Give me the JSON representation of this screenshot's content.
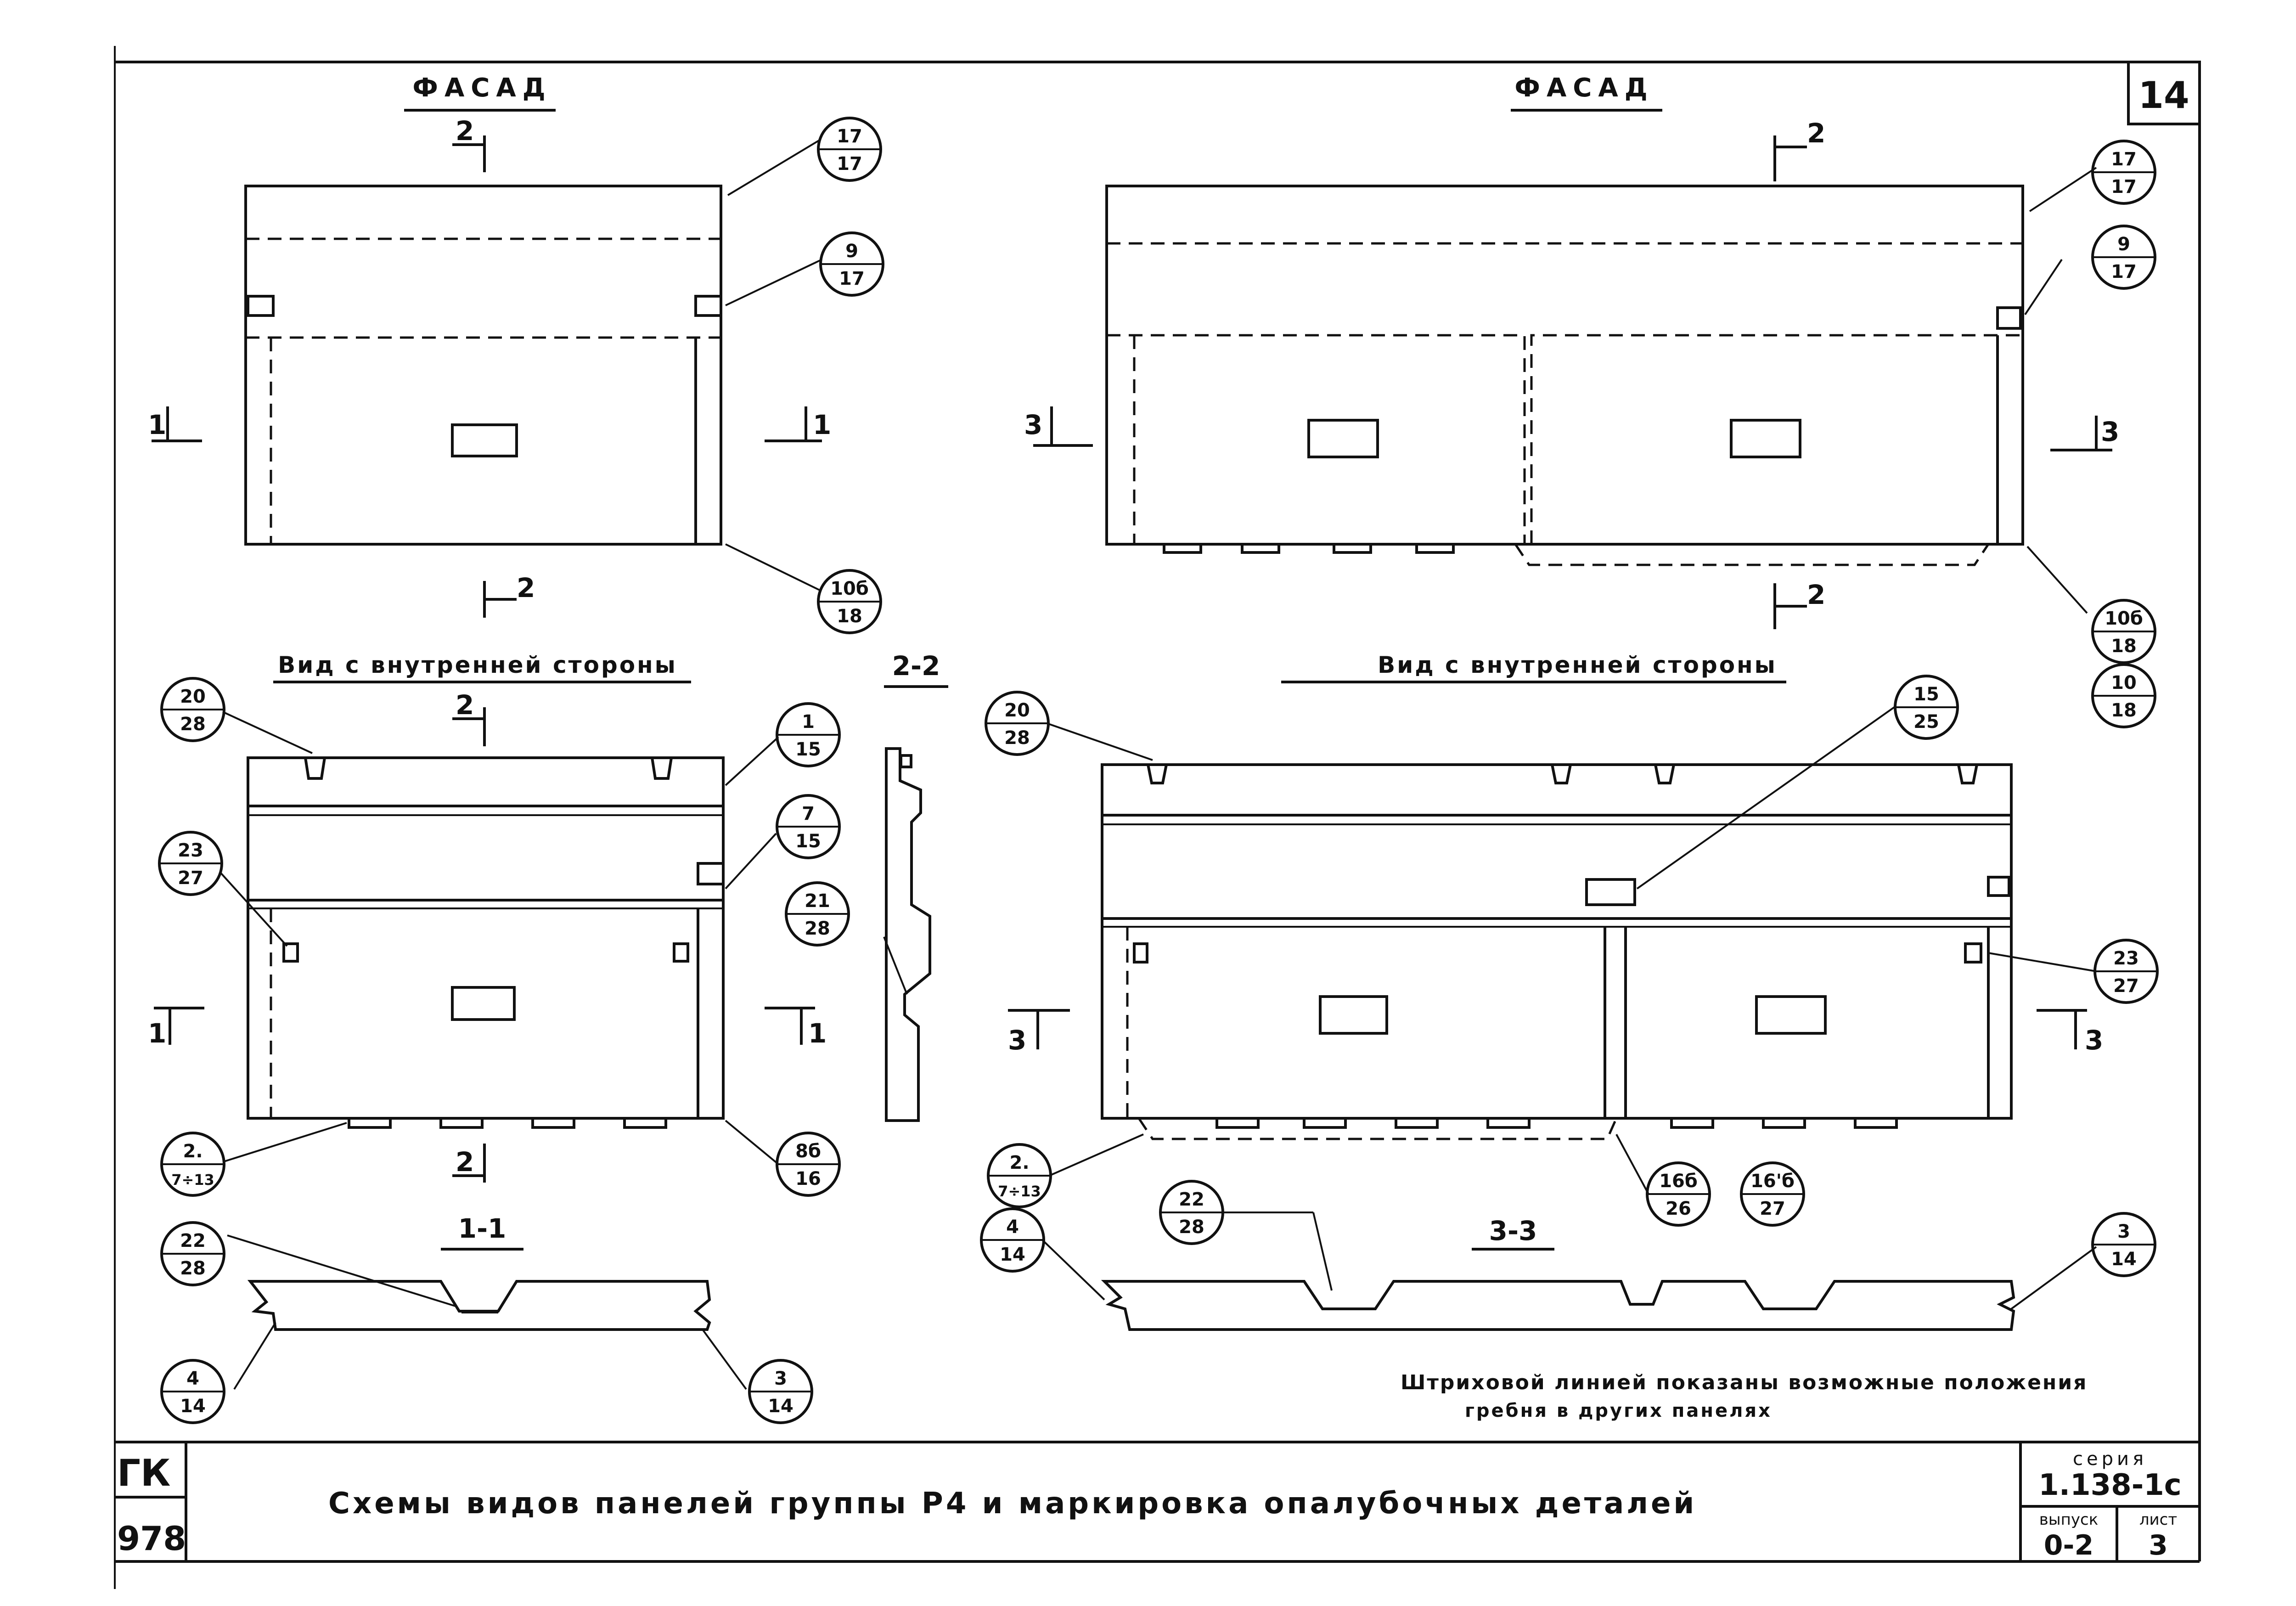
{
  "sheet_number": "14",
  "views": {
    "facade_label": "ФАСАД",
    "inner_label": "Вид с внутренней стороны",
    "sec_2_2": "2-2",
    "sec_1_1": "1-1",
    "sec_3_3": "3-3",
    "cut_2": "2",
    "cut_1": "1",
    "cut_3": "3"
  },
  "bubbles": {
    "b17_17": [
      "17",
      "17"
    ],
    "b9_17": [
      "9",
      "17"
    ],
    "b10b_18": [
      "10б",
      "18"
    ],
    "b10_18": [
      "10",
      "18"
    ],
    "b20_28": [
      "20",
      "28"
    ],
    "b1_15": [
      "1",
      "15"
    ],
    "b7_15": [
      "7",
      "15"
    ],
    "b23_27": [
      "23",
      "27"
    ],
    "b21_28": [
      "21",
      "28"
    ],
    "b2_7_13": [
      "2.",
      "7÷13"
    ],
    "b8b_16": [
      "8б",
      "16"
    ],
    "b22_28": [
      "22",
      "28"
    ],
    "b4_14": [
      "4",
      "14"
    ],
    "b3_14": [
      "3",
      "14"
    ],
    "b15_25": [
      "15",
      "25"
    ],
    "b16b_26": [
      "16б",
      "26"
    ],
    "b16pb_27": [
      "16'б",
      "27"
    ]
  },
  "note": {
    "line1": "Штриховой линией показаны возможные положения",
    "line2": "гребня в других панелях"
  },
  "title_block": {
    "title": "Схемы видов панелей группы Р4 и маркировка опалубочных деталей",
    "org_code": "ГК",
    "year": "978",
    "series_label": "серия",
    "series_value": "1.138-1с",
    "issue_label": "выпуск",
    "issue_value": "0-2",
    "sheet_label": "лист",
    "sheet_value": "3"
  }
}
